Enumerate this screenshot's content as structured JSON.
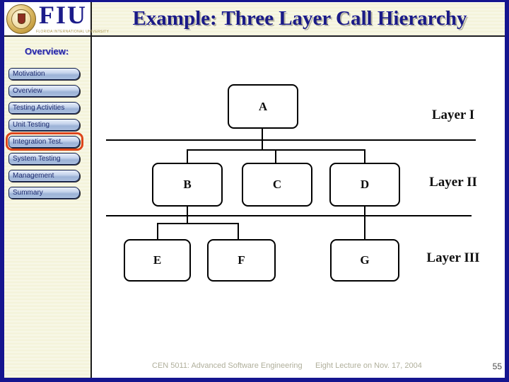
{
  "header": {
    "title": "Example:  Three Layer Call Hierarchy",
    "logo": {
      "acronym": "FIU",
      "caption": "FLORIDA INTERNATIONAL UNIVERSITY"
    }
  },
  "sidebar": {
    "title": "Overview:",
    "items": [
      {
        "label": "Motivation",
        "active": false
      },
      {
        "label": "Overview",
        "active": false
      },
      {
        "label": "Testing Activities",
        "active": false
      },
      {
        "label": "Unit Testing",
        "active": false
      },
      {
        "label": "Integration Test.",
        "active": true
      },
      {
        "label": "System Testing",
        "active": false
      },
      {
        "label": "Management",
        "active": false
      },
      {
        "label": "Summary",
        "active": false
      }
    ]
  },
  "diagram": {
    "layers": [
      {
        "label": "Layer I",
        "nodes": [
          "A"
        ]
      },
      {
        "label": "Layer II",
        "nodes": [
          "B",
          "C",
          "D"
        ]
      },
      {
        "label": "Layer III",
        "nodes": [
          "E",
          "F",
          "G"
        ]
      }
    ],
    "nodes": [
      {
        "id": "A",
        "label": "A"
      },
      {
        "id": "B",
        "label": "B"
      },
      {
        "id": "C",
        "label": "C"
      },
      {
        "id": "D",
        "label": "D"
      },
      {
        "id": "E",
        "label": "E"
      },
      {
        "id": "F",
        "label": "F"
      },
      {
        "id": "G",
        "label": "G"
      }
    ],
    "edges": [
      [
        "A",
        "B"
      ],
      [
        "A",
        "C"
      ],
      [
        "A",
        "D"
      ],
      [
        "B",
        "E"
      ],
      [
        "B",
        "F"
      ],
      [
        "D",
        "G"
      ]
    ]
  },
  "footer": {
    "course": "CEN 5011: Advanced Software Engineering",
    "lecture": "Eight Lecture on Nov. 17, 2004",
    "page": "55"
  },
  "colors": {
    "frame_navy": "#15158f",
    "stripe_cream": "#ecebc1",
    "title_navy": "#1a1a87",
    "button_fill": "#aabede",
    "button_text": "#1c2a6e",
    "active_ring_orange": "#dd4419",
    "footer_gray": "#b0af9b"
  }
}
